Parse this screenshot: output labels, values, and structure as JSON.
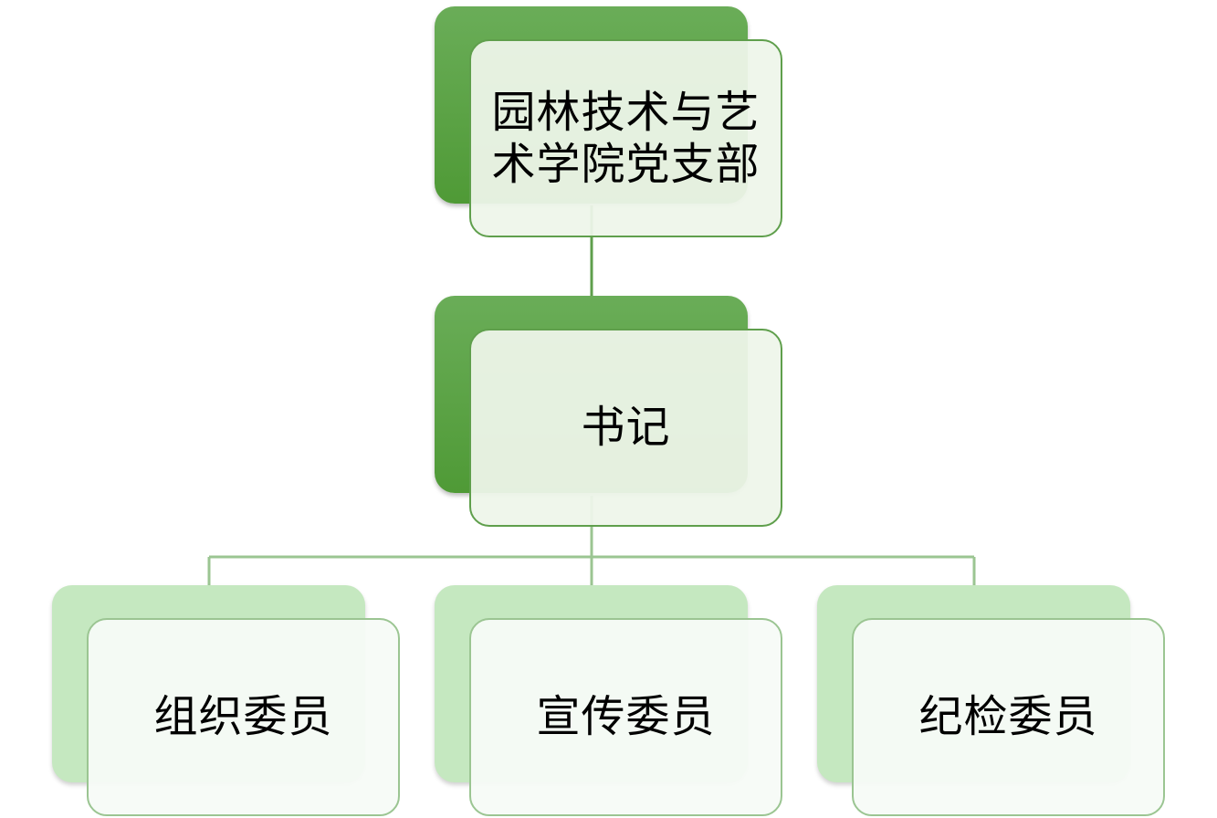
{
  "diagram": {
    "root": {
      "label": "园林技术与艺术学院党支部"
    },
    "secretary": {
      "label": "书记"
    },
    "members": [
      {
        "label": "组织委员"
      },
      {
        "label": "宣传委员"
      },
      {
        "label": "纪检委员"
      }
    ]
  },
  "colors": {
    "dark_green": "#4f9a36",
    "light_green": "#c5e8c0",
    "connector_dark": "#5f9f4c",
    "connector_light": "#9bc592"
  }
}
